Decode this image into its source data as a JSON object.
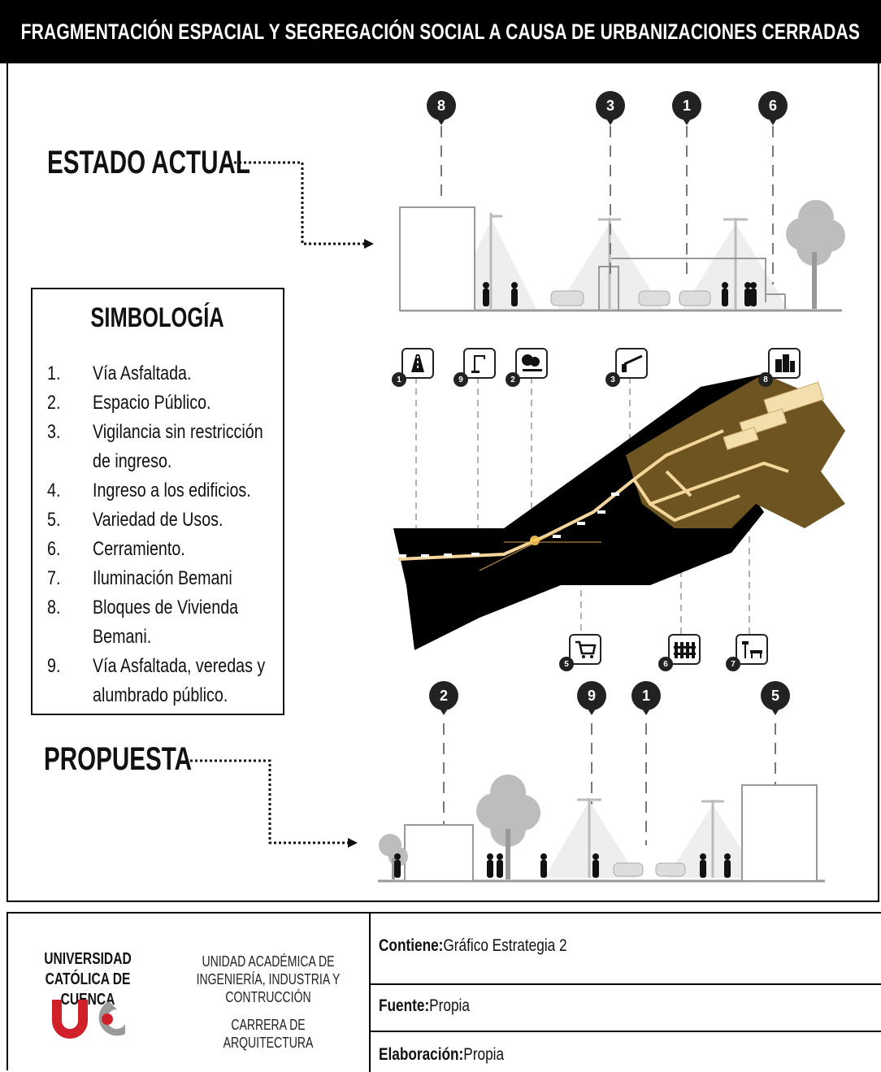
{
  "title": "FRAGMENTACIÓN ESPACIAL Y SEGREGACIÓN SOCIAL A CAUSA DE URBANIZACIONES CERRADAS",
  "sections": {
    "current": "ESTADO ACTUAL",
    "proposal": "PROPUESTA"
  },
  "legend": {
    "title": "SIMBOLOGÍA",
    "items": [
      {
        "num": "1.",
        "text": "Vía Asfaltada."
      },
      {
        "num": "2.",
        "text": "Espacio Público."
      },
      {
        "num": "3.",
        "text": "Vigilancia sin restricción de ingreso."
      },
      {
        "num": "4.",
        "text": "Ingreso a los edificios."
      },
      {
        "num": "5.",
        "text": "Variedad de Usos."
      },
      {
        "num": "6.",
        "text": "Cerramiento."
      },
      {
        "num": "7.",
        "text": "Iluminación Bemani"
      },
      {
        "num": "8.",
        "text": "Bloques de Vivienda Bemani."
      },
      {
        "num": "9.",
        "text": "Vía Asfaltada, veredas y alumbrado público."
      }
    ]
  },
  "top_markers": [
    "8",
    "3",
    "1",
    "6"
  ],
  "bottom_markers": [
    "2",
    "9",
    "1",
    "5"
  ],
  "map_icons_top": [
    {
      "num": "1",
      "icon": "road-icon"
    },
    {
      "num": "9",
      "icon": "street-lamp-icon"
    },
    {
      "num": "2",
      "icon": "park-icon"
    },
    {
      "num": "3",
      "icon": "barrier-gate-icon"
    },
    {
      "num": "8",
      "icon": "building-icon"
    }
  ],
  "map_icons_bottom": [
    {
      "num": "5",
      "icon": "cart-icon"
    },
    {
      "num": "6",
      "icon": "fence-icon"
    },
    {
      "num": "7",
      "icon": "lighting-bench-icon"
    }
  ],
  "footer": {
    "university": "UNIVERSIDAD CATÓLICA DE CUENCA",
    "unit": "UNIDAD ACADÉMICA DE INGENIERÍA, INDUSTRIA Y CONTRUCCIÓN",
    "career": "CARRERA DE ARQUITECTURA",
    "contiene_label": "Contiene:",
    "contiene_value": " Gráfico Estrategia 2",
    "fuente_label": "Fuente:",
    "fuente_value": " Propia",
    "elaboracion_label": "Elaboración:",
    "elaboracion_value": " Propia",
    "logo_text": "UC"
  },
  "colors": {
    "title_bg": "#000000",
    "map_dark": "#000000",
    "map_gated": "#6e5420",
    "map_path": "#f4d69a"
  }
}
